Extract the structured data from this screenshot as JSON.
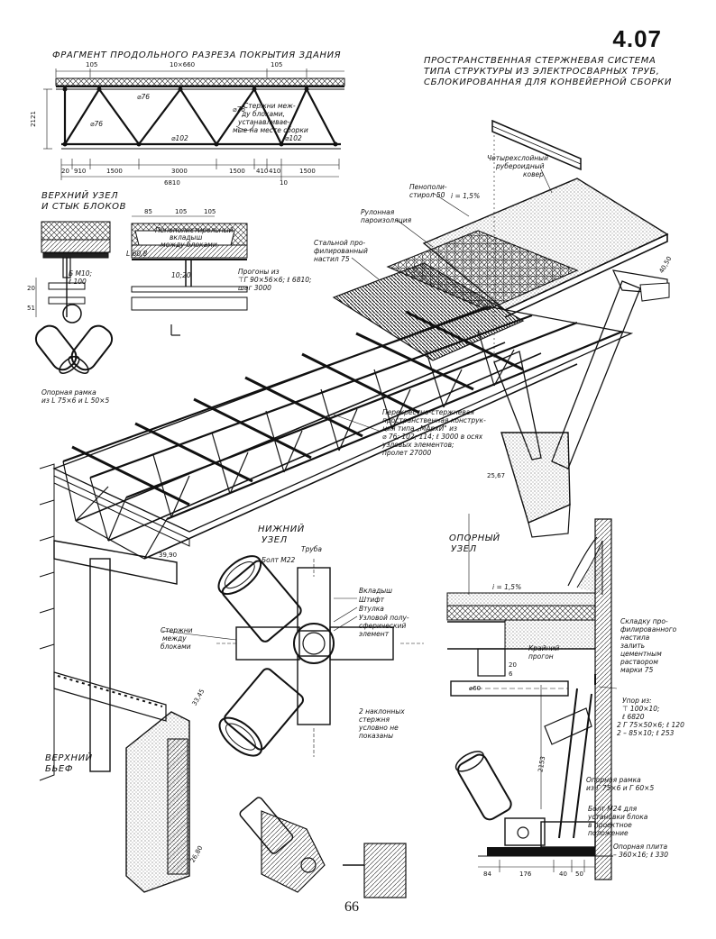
{
  "page": {
    "number": "4.07",
    "page_number": "66"
  },
  "titles": {
    "section_title": "ФРАГМЕНТ ПРОДОЛЬНОГО РАЗРЕЗА ПОКРЫТИЯ ЗДАНИЯ",
    "system_title_1": "ПРОСТРАНСТВЕННАЯ СТЕРЖНЕВАЯ СИСТЕМА",
    "system_title_2": "ТИПА СТРУКТУРЫ ИЗ ЭЛЕКТРОСВАРНЫХ ТРУБ,",
    "system_title_3": "СБЛОКИРОВАННАЯ ДЛЯ КОНВЕЙЕРНОЙ СБОРКИ",
    "top_node_1": "ВЕРХНИЙ УЗЕЛ",
    "top_node_2": "И СТЫК БЛОКОВ",
    "bottom_node_1": "НИЖНИЙ",
    "bottom_node_2": "УЗЕЛ",
    "support_node_1": "ОПОРНЫЙ",
    "support_node_2": "УЗЕЛ",
    "upper_pool_1": "ВЕРХНИЙ",
    "upper_pool_2": "БЬЕФ"
  },
  "section_dims": {
    "top": [
      "105",
      "10×660",
      "105"
    ],
    "height": "2121",
    "bottom": [
      "20",
      "910",
      "1500",
      "3000",
      "1500",
      "410",
      "410",
      "1500"
    ],
    "total": "6810",
    "tail": "10",
    "pipe_top_left": "⌀76",
    "pipe_top_right": "⌀76",
    "pipe_diag": "⌀76",
    "pipe_bottom": "⌀102",
    "pipe_bottom_right": "⌀102",
    "note": [
      "Стержни меж-",
      "ду блоками,",
      "устанавливае-",
      "мые на месте сборки"
    ]
  },
  "top_node": {
    "dims": [
      "85",
      "105",
      "105"
    ],
    "insert_note": [
      "Пенополистирольный",
      "вкладыш",
      "между блоками"
    ],
    "angle": "L 60,8",
    "purlin_dim": "10;20",
    "purlin_note": [
      "Прогоны из",
      "⊤Г 90×56×6; ℓ 6810;",
      "шаг 3000"
    ],
    "bolt": [
      "Б М10;",
      "ℓ 100"
    ],
    "dim_20": "20",
    "dim_51": "51"
  },
  "main_labels": {
    "roof": [
      "Четырехслойный",
      "рубероидный",
      "ковер"
    ],
    "foam": [
      "Пенополи-",
      "стирол 50"
    ],
    "slope": "i = 1,5%",
    "vapor": [
      "Рулонная",
      "пароизоляция"
    ],
    "deck": [
      "Стальной про-",
      "филированный",
      "настил 75"
    ],
    "truss": [
      "Перекрестно-стержневая",
      "пространственная конструк-",
      "ция типа „МАрхИ\" из",
      "⌀ 76; 102; 114; ℓ 3000 в осях",
      "узловых элементов;",
      "пролет 27000"
    ],
    "frame": [
      "Опорная рамка",
      "из L 75×6 и L 50×5"
    ],
    "elev_1": "40,50",
    "elev_2": "25,67",
    "elev_3": "39,90",
    "elev_4": "33,45",
    "elev_5": "26,80"
  },
  "bottom_node": {
    "pipe": "Труба",
    "bolt": "Болт М22",
    "insert": "Вкладыш",
    "pin": "Штифт",
    "sleeve": "Втулка",
    "node": [
      "Узловой полу-",
      "сферический",
      "элемент"
    ],
    "between": [
      "Стержни",
      "между",
      "блоками"
    ],
    "incline": [
      "2 наклонных",
      "стержня",
      "условно не",
      "показаны"
    ]
  },
  "support_node": {
    "slope": "i = 1,5%",
    "edge_purlin": [
      "Крайний",
      "прогон"
    ],
    "dia": "⌀60",
    "d20": "20",
    "d6": "6",
    "fold": [
      "Складку про-",
      "филированного",
      "настила",
      "залить",
      "цементным",
      "раствором",
      "марки 75"
    ],
    "stop": [
      "Упор из:",
      "⊤ 100×10;",
      "ℓ 6820",
      "2 Г 75×50×6; ℓ 120",
      "2 – 85×10; ℓ 253"
    ],
    "dim_2153": "2153",
    "frame": [
      "Опорная рамка",
      "из Г 75×6 и Г 60×5"
    ],
    "bolt": [
      "Болт М24 для",
      "установки блока",
      "в проектное",
      "положение"
    ],
    "plate": [
      "Опорная плита",
      "– 360×16; ℓ 330"
    ],
    "base_dims": [
      "84",
      "176",
      "40",
      "50"
    ]
  }
}
